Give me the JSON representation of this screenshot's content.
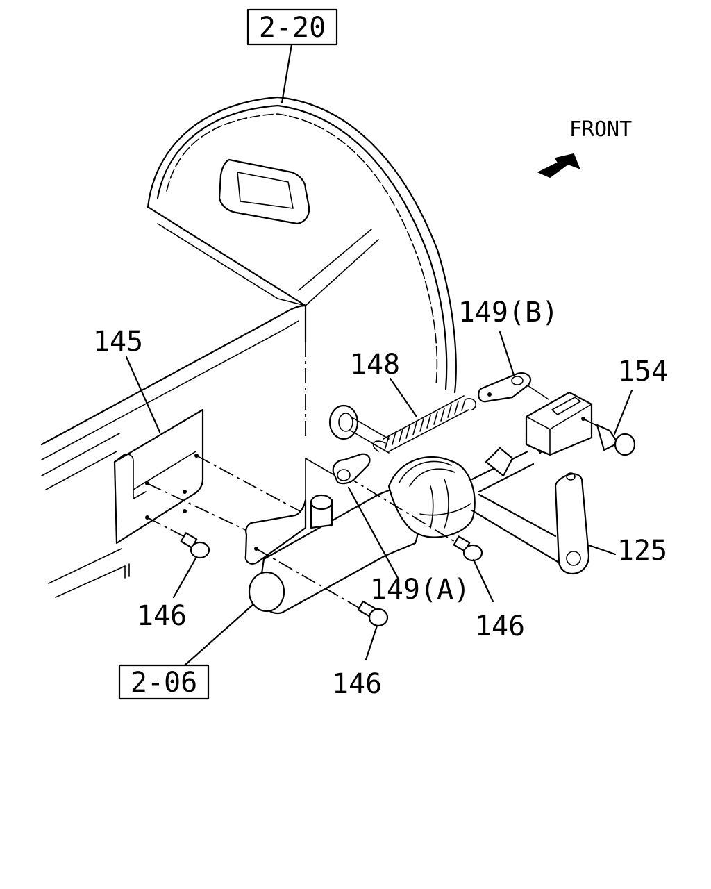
{
  "references": {
    "top": "2-20",
    "bottom": "2-06"
  },
  "direction": {
    "label": "FRONT"
  },
  "callouts": {
    "p145": "145",
    "p148": "148",
    "p149b": "149(B)",
    "p154": "154",
    "p125": "125",
    "p149a": "149(A)",
    "p146_left": "146",
    "p146_right": "146",
    "p146_bottom": "146"
  }
}
